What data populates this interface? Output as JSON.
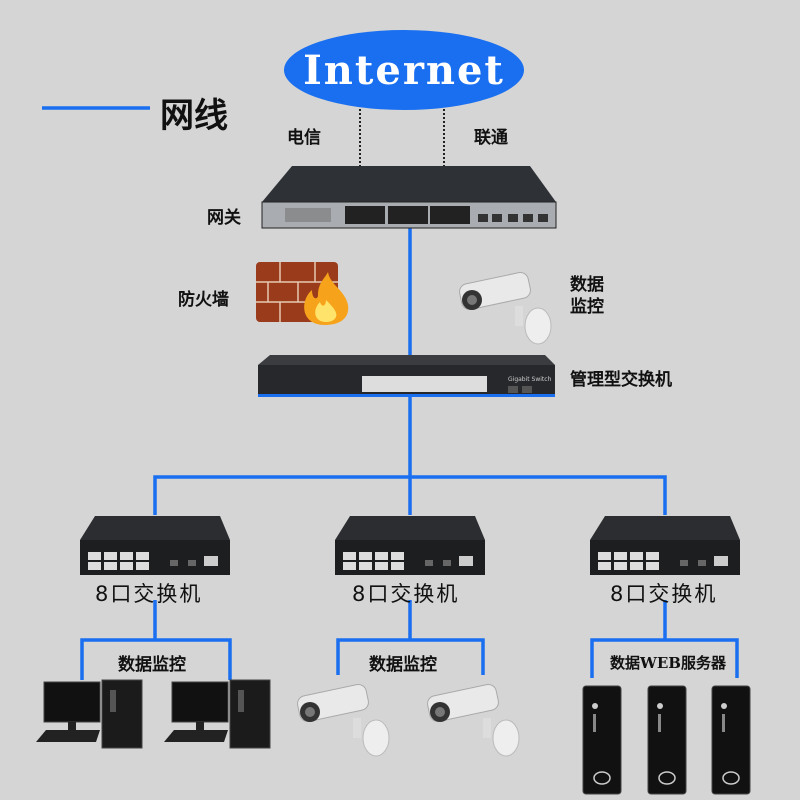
{
  "legend": {
    "label": "网线",
    "color": "#1a6ff0"
  },
  "internet": {
    "label": "Internet"
  },
  "isp": {
    "left": "电信",
    "right": "联通"
  },
  "gateway": {
    "label": "网关"
  },
  "firewall": {
    "label": "防火墙"
  },
  "camera_top": {
    "line1": "数据",
    "line2": "监控"
  },
  "core_switch": {
    "label": "管理型交换机",
    "brand_text": "Gigabit Switch"
  },
  "access_switches": [
    {
      "label": "8口交换机",
      "group_label": "数据监控",
      "devices": "pc"
    },
    {
      "label": "8口交换机",
      "group_label": "数据监控",
      "devices": "camera"
    },
    {
      "label": "8口交换机",
      "group_label": "数据WEB服务器",
      "devices": "server"
    }
  ]
}
